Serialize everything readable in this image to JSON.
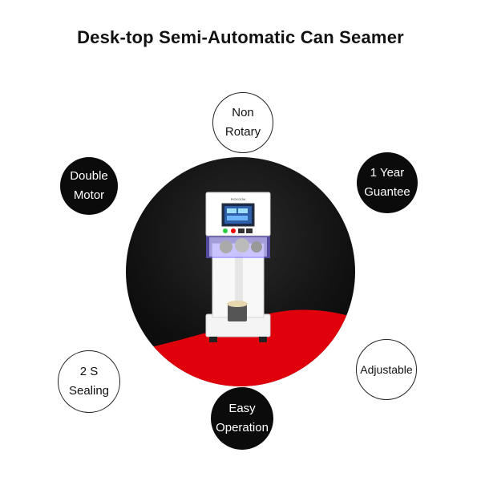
{
  "page": {
    "title": "Desk-top Semi-Automatic Can Seamer"
  },
  "product": {
    "brand_label": "PICKOON",
    "image": "can-seamer-machine"
  },
  "colors": {
    "accent_red": "#e0000b",
    "dark_circle": "#0b0b0b"
  },
  "features": [
    {
      "line1": "Non",
      "line2": "Rotary",
      "style": "light"
    },
    {
      "line1": "Double",
      "line2": "Motor",
      "style": "dark"
    },
    {
      "line1": "1 Year",
      "line2": "Guantee",
      "style": "dark"
    },
    {
      "line1": "2 S",
      "line2": "Sealing",
      "style": "light"
    },
    {
      "line1": "Adjustable",
      "line2": "",
      "style": "light"
    },
    {
      "line1": "Easy",
      "line2": "Operation",
      "style": "dark"
    }
  ]
}
